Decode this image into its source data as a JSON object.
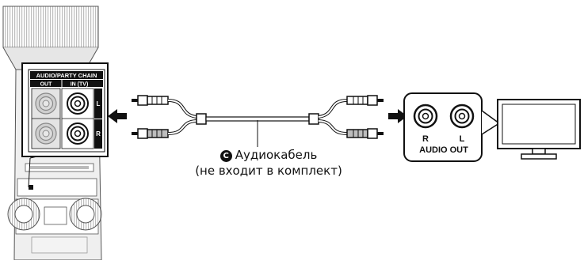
{
  "speaker_panel": {
    "header": "AUDIO/PARTY CHAIN",
    "out_label": "OUT",
    "in_label": "IN (TV)",
    "channel_left": "L",
    "channel_right": "R"
  },
  "cable": {
    "marker": "C",
    "name": "Аудиокабель",
    "note": "(не входит в комплект)"
  },
  "tv_panel": {
    "label_r": "R",
    "label_l": "L",
    "label_out": "AUDIO OUT"
  }
}
